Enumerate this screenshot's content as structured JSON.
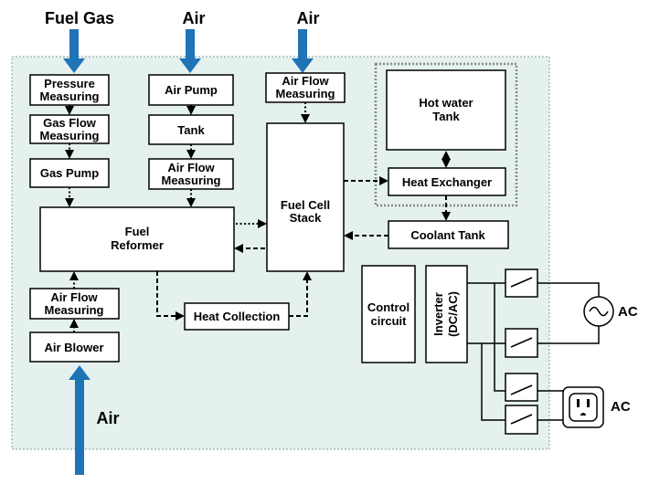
{
  "inputs": {
    "fuel_gas": "Fuel Gas",
    "air_top_1": "Air",
    "air_top_2": "Air",
    "air_bottom": "Air"
  },
  "blocks": {
    "pressure_measuring": [
      "Pressure",
      "Measuring"
    ],
    "gas_flow_measuring": [
      "Gas Flow",
      "Measuring"
    ],
    "gas_pump": [
      "Gas Pump"
    ],
    "air_pump": [
      "Air Pump"
    ],
    "tank": [
      "Tank"
    ],
    "air_flow_measuring_mid": [
      "Air Flow",
      "Measuring"
    ],
    "air_flow_measuring_top": [
      "Air Flow",
      "Measuring"
    ],
    "fuel_reformer": [
      "Fuel",
      "Reformer"
    ],
    "fuel_cell_stack": [
      "Fuel Cell",
      "Stack"
    ],
    "hot_water_tank": [
      "Hot water",
      "Tank"
    ],
    "heat_exchanger": [
      "Heat Exchanger"
    ],
    "coolant_tank": [
      "Coolant Tank"
    ],
    "heat_collection": [
      "Heat Collection"
    ],
    "air_flow_measuring_low": [
      "Air Flow",
      "Measuring"
    ],
    "air_blower": [
      "Air Blower"
    ],
    "control_circuit": [
      "Control",
      "circuit"
    ],
    "inverter": [
      "Inverter",
      "(DC/AC)"
    ]
  },
  "outputs": {
    "ac_source": "AC",
    "ac_outlet": "AC"
  },
  "colors": {
    "panel_fill": "#e4f1ef",
    "panel_border": "#8a9a98",
    "arrow_blue": "#1f73b7",
    "line": "#000000"
  }
}
